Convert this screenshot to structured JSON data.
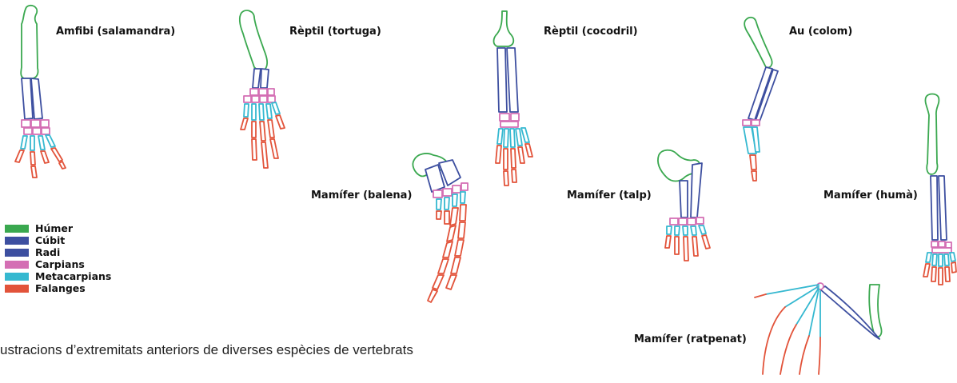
{
  "colors": {
    "humer": "#3aa84f",
    "cubit": "#3d4fa0",
    "radi": "#3d4fa0",
    "carpians": "#d46fb4",
    "metacarpians": "#35b8d0",
    "falanges": "#e2533a"
  },
  "legend": [
    {
      "label": "Húmer",
      "color_key": "humer"
    },
    {
      "label": "Cúbit",
      "color_key": "cubit"
    },
    {
      "label": "Radi",
      "color_key": "radi"
    },
    {
      "label": "Carpians",
      "color_key": "carpians"
    },
    {
      "label": "Metacarpians",
      "color_key": "metacarpians"
    },
    {
      "label": "Falanges",
      "color_key": "falanges"
    }
  ],
  "species": {
    "salamandra": "Amfibi (salamandra)",
    "tortuga": "Rèptil (tortuga)",
    "cocodril": "Rèptil (cocodril)",
    "colom": "Au (colom)",
    "balena": "Mamífer (balena)",
    "talp": "Mamífer (talp)",
    "huma": "Mamífer (humà)",
    "ratpenat": "Mamífer (ratpenat)"
  },
  "caption": "ustracions d’extremitats anteriors de diverses espècies de vertebrats"
}
